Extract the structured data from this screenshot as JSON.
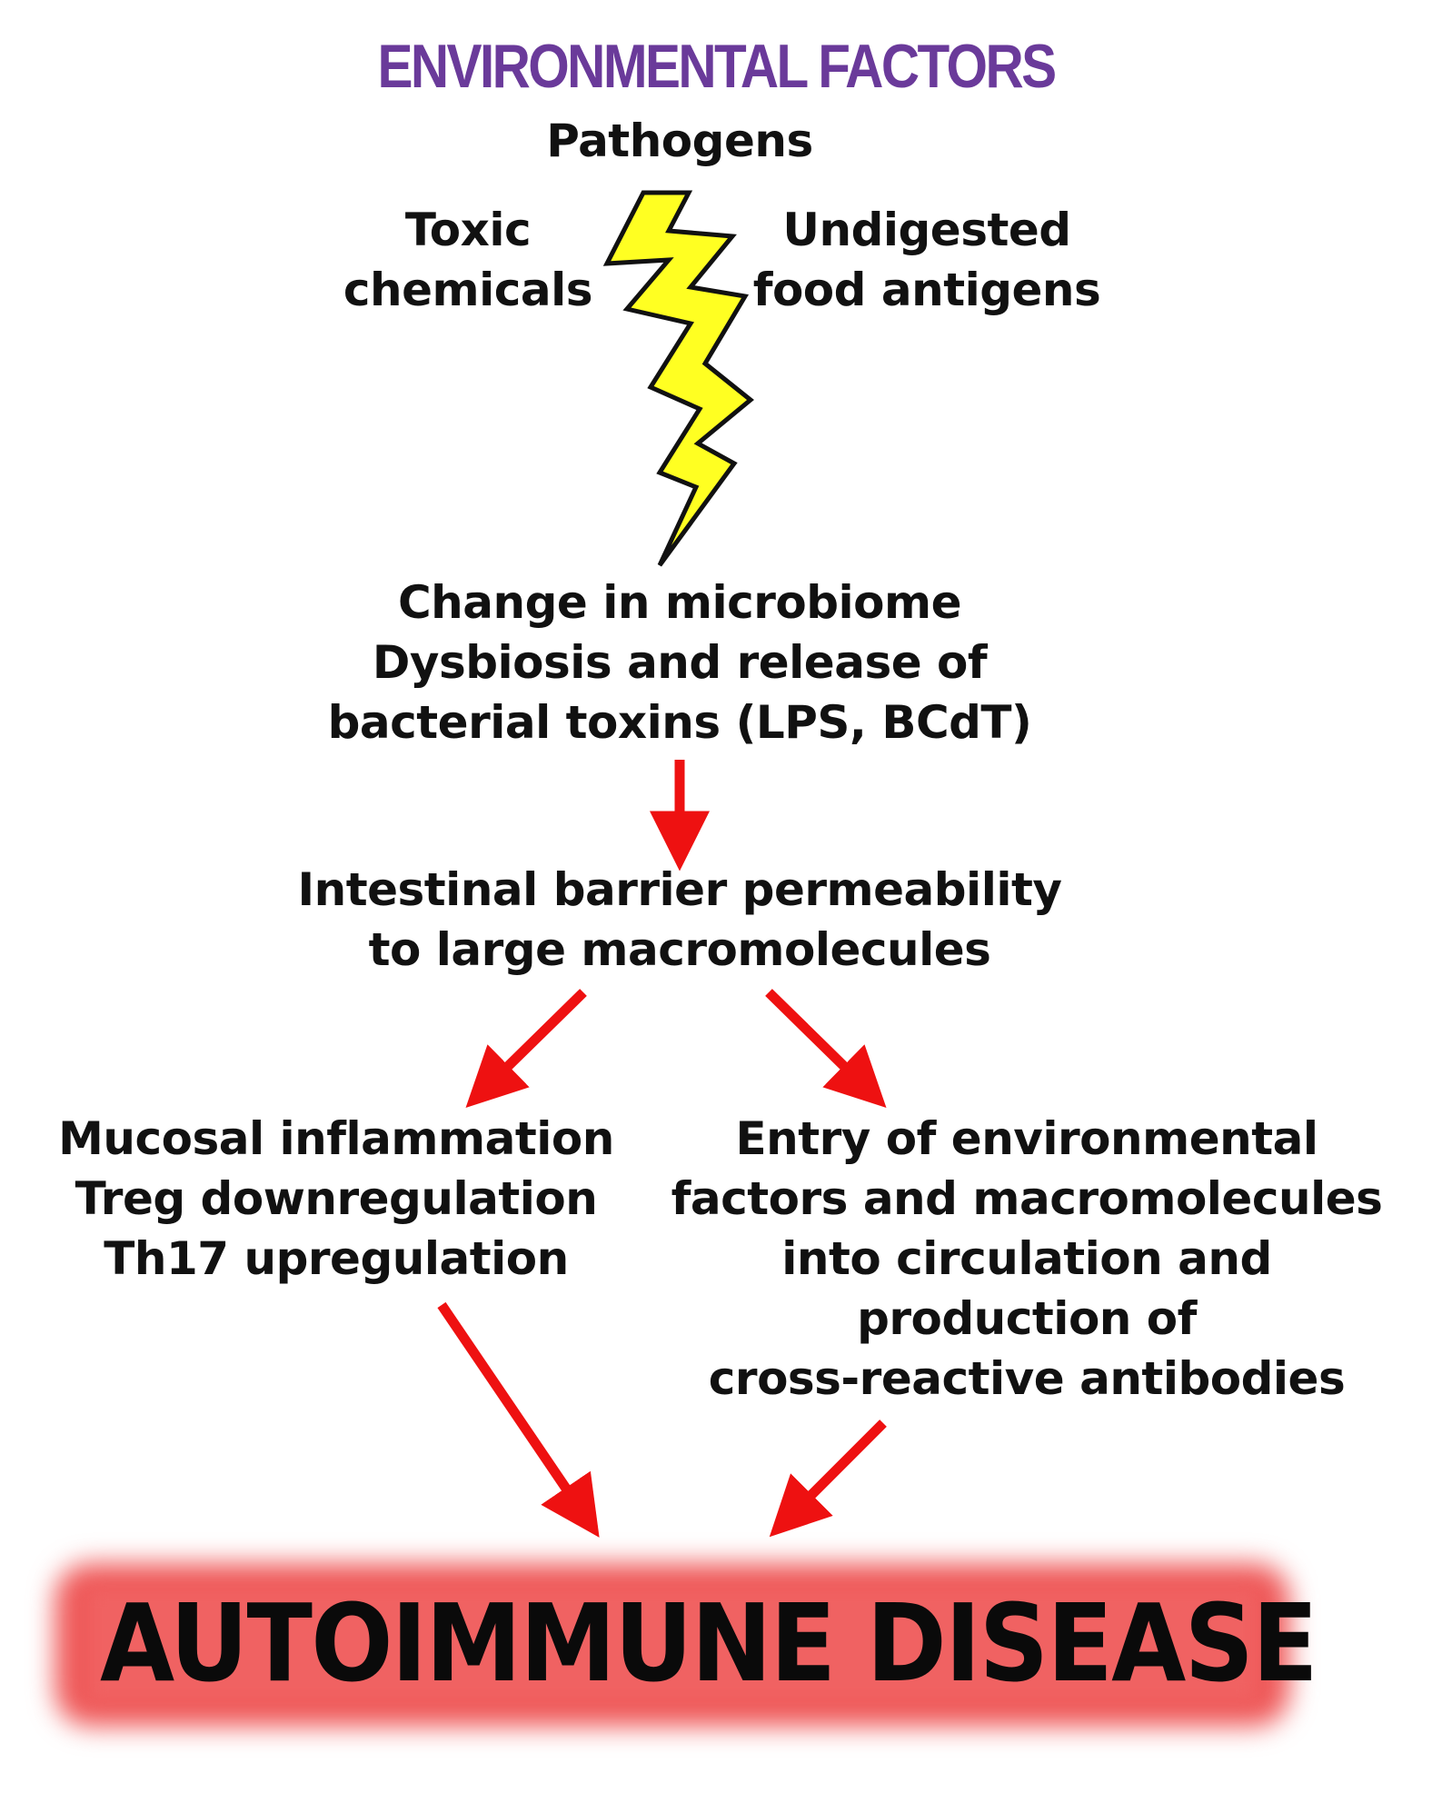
{
  "header": {
    "title": "ENVIRONMENTAL FACTORS"
  },
  "factors": {
    "top": "Pathogens",
    "left": [
      "Toxic",
      "chemicals"
    ],
    "right": [
      "Undigested",
      "food antigens"
    ]
  },
  "steps": {
    "microbiome": [
      "Change in microbiome",
      "Dysbiosis and release of",
      "bacterial toxins (LPS, BCdT)"
    ],
    "barrier": [
      "Intestinal barrier permeability",
      "to large macromolecules"
    ],
    "mucosal": [
      "Mucosal inflammation",
      "Treg downregulation",
      "Th17 upregulation"
    ],
    "entry": [
      "Entry of environmental",
      "factors and macromolecules",
      "into circulation and",
      "production of",
      "cross-reactive antibodies"
    ]
  },
  "outcome": {
    "label": "AUTOIMMUNE DISEASE"
  },
  "colors": {
    "title": "#6a3a9a",
    "arrow": "#ee1111",
    "bolt_fill": "#ffff22",
    "bolt_stroke": "#111111",
    "banner": "#ef5a5a"
  },
  "icons": {
    "bolt": "lightning-bolt-icon"
  }
}
